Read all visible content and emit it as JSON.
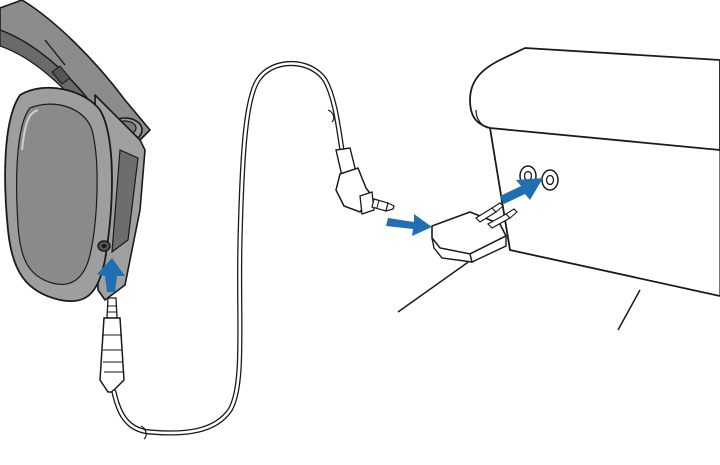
{
  "illustration": {
    "title": "",
    "parts": [
      "headphones",
      "audio-cable",
      "airplane-adapter",
      "armrest-audio-socket"
    ],
    "steps": [
      {
        "arrow": "plug-cable-into-headphones",
        "direction": "up"
      },
      {
        "arrow": "plug-cable-into-adapter",
        "direction": "right"
      },
      {
        "arrow": "plug-adapter-into-socket",
        "direction": "up-right"
      }
    ],
    "colors": {
      "line": "#1a1a1a",
      "earcup": "#a3a3a3",
      "earcup_dark": "#6f6f6f",
      "headband": "#8a8a8a",
      "arrow": "#1f6fb2",
      "background": "#ffffff"
    }
  }
}
